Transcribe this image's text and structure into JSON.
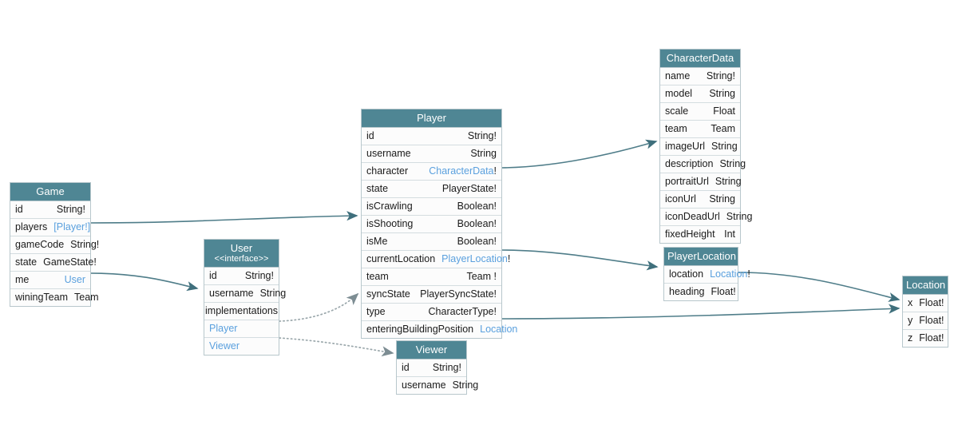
{
  "diagram": {
    "title": "GraphQL Schema Diagram",
    "colors": {
      "header_bg": "#4f8694",
      "header_text": "#ffffff",
      "row_bg": "#fcfcfc",
      "row_text": "#1a1a1a",
      "type_link": "#5aa0de",
      "border": "#b8c7cc",
      "edge_solid": "#4f7d89",
      "edge_dotted": "#9aa7ab"
    }
  },
  "entities": {
    "game": {
      "name": "Game",
      "stereotype": "",
      "fields": [
        {
          "name": "id",
          "type": "String!",
          "link": false
        },
        {
          "name": "players",
          "type": "[Player!]",
          "link": true,
          "linkText": "[Player!]",
          "suffix": ""
        },
        {
          "name": "gameCode",
          "type": "String!",
          "link": false
        },
        {
          "name": "state",
          "type": "GameState!",
          "link": false
        },
        {
          "name": "me",
          "type": "User",
          "link": true,
          "linkText": "User",
          "suffix": ""
        },
        {
          "name": "winingTeam",
          "type": "Team",
          "link": false
        }
      ]
    },
    "user": {
      "name": "User",
      "stereotype": "<<interface>>",
      "fields": [
        {
          "name": "id",
          "type": "String!",
          "link": false
        },
        {
          "name": "username",
          "type": "String",
          "link": false
        }
      ],
      "implementations_label": "implementations",
      "implementations": [
        {
          "name": "Player"
        },
        {
          "name": "Viewer"
        }
      ]
    },
    "player": {
      "name": "Player",
      "stereotype": "",
      "fields": [
        {
          "name": "id",
          "type": "String!",
          "link": false
        },
        {
          "name": "username",
          "type": "String",
          "link": false
        },
        {
          "name": "character",
          "type": "CharacterData!",
          "link": true,
          "linkText": "CharacterData",
          "suffix": "!"
        },
        {
          "name": "state",
          "type": "PlayerState!",
          "link": false
        },
        {
          "name": "isCrawling",
          "type": "Boolean!",
          "link": false
        },
        {
          "name": "isShooting",
          "type": "Boolean!",
          "link": false
        },
        {
          "name": "isMe",
          "type": "Boolean!",
          "link": false
        },
        {
          "name": "currentLocation",
          "type": "PlayerLocation!",
          "link": true,
          "linkText": "PlayerLocation",
          "suffix": "!"
        },
        {
          "name": "team",
          "type": "Team !",
          "link": false
        },
        {
          "name": "syncState",
          "type": "PlayerSyncState!",
          "link": false
        },
        {
          "name": "type",
          "type": "CharacterType!",
          "link": false
        },
        {
          "name": "enteringBuildingPosition",
          "type": "Location",
          "link": true,
          "linkText": "Location",
          "suffix": ""
        }
      ]
    },
    "viewer": {
      "name": "Viewer",
      "stereotype": "",
      "fields": [
        {
          "name": "id",
          "type": "String!",
          "link": false
        },
        {
          "name": "username",
          "type": "String",
          "link": false
        }
      ]
    },
    "characterData": {
      "name": "CharacterData",
      "stereotype": "",
      "fields": [
        {
          "name": "name",
          "type": "String!",
          "link": false
        },
        {
          "name": "model",
          "type": "String",
          "link": false
        },
        {
          "name": "scale",
          "type": "Float",
          "link": false
        },
        {
          "name": "team",
          "type": "Team",
          "link": false
        },
        {
          "name": "imageUrl",
          "type": "String",
          "link": false
        },
        {
          "name": "description",
          "type": "String",
          "link": false
        },
        {
          "name": "portraitUrl",
          "type": "String",
          "link": false
        },
        {
          "name": "iconUrl",
          "type": "String",
          "link": false
        },
        {
          "name": "iconDeadUrl",
          "type": "String",
          "link": false
        },
        {
          "name": "fixedHeight",
          "type": "Int",
          "link": false
        }
      ]
    },
    "playerLocation": {
      "name": "PlayerLocation",
      "stereotype": "",
      "fields": [
        {
          "name": "location",
          "type": "Location!",
          "link": true,
          "linkText": "Location",
          "suffix": "!"
        },
        {
          "name": "heading",
          "type": "Float!",
          "link": false
        }
      ]
    },
    "location": {
      "name": "Location",
      "stereotype": "",
      "fields": [
        {
          "name": "x",
          "type": "Float!",
          "link": false
        },
        {
          "name": "y",
          "type": "Float!",
          "link": false
        },
        {
          "name": "z",
          "type": "Float!",
          "link": false
        }
      ]
    }
  },
  "edges": [
    {
      "from": "game.players",
      "to": "player",
      "style": "solid"
    },
    {
      "from": "game.me",
      "to": "user",
      "style": "solid"
    },
    {
      "from": "player.character",
      "to": "characterData",
      "style": "solid"
    },
    {
      "from": "player.currentLocation",
      "to": "playerLocation",
      "style": "solid"
    },
    {
      "from": "player.enteringBuildingPosition",
      "to": "location",
      "style": "solid"
    },
    {
      "from": "playerLocation.location",
      "to": "location",
      "style": "solid"
    },
    {
      "from": "user.Player",
      "to": "player",
      "style": "dotted"
    },
    {
      "from": "user.Viewer",
      "to": "viewer",
      "style": "dotted"
    }
  ]
}
